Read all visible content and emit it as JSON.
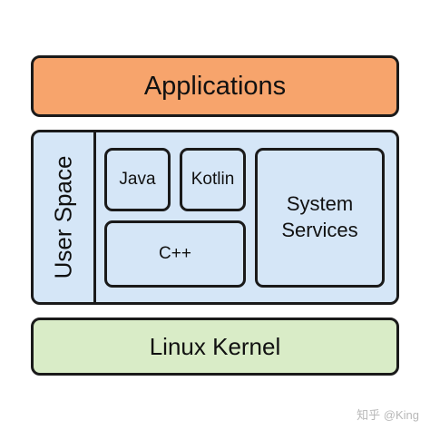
{
  "layers": {
    "applications": "Applications",
    "user_space": {
      "label": "User Space",
      "components": {
        "java": "Java",
        "kotlin": "Kotlin",
        "cpp": "C++",
        "system_services_line1": "System",
        "system_services_line2": "Services"
      }
    },
    "linux_kernel": "Linux Kernel"
  },
  "watermark": "知乎 @King",
  "colors": {
    "applications_fill": "#f7a46c",
    "user_space_fill": "#d5e6f7",
    "linux_kernel_fill": "#d9ecc7",
    "border": "#1a1a1a"
  }
}
